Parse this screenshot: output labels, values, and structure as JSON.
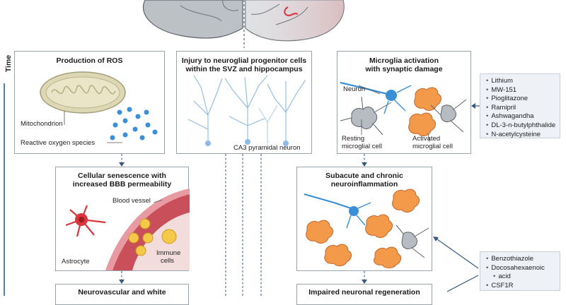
{
  "time_label": "Time",
  "panels": {
    "ros": {
      "title": "Production of ROS",
      "labels": [
        "Mitochondrion",
        "Reactive oxygen species"
      ]
    },
    "progenitor": {
      "title_lines": [
        "Injury to neuroglial progenitor cells",
        "within the SVZ and hippocampus"
      ],
      "labels": [
        "CA3 pyramidal neuron"
      ]
    },
    "microglia": {
      "title_lines": [
        "Microglia activation",
        "with synaptic damage"
      ],
      "labels": [
        "Neuron",
        "Resting",
        "microglial cell",
        "Activated",
        "microglial cell"
      ]
    },
    "senescence": {
      "title_lines": [
        "Cellular senescence with",
        "increased BBB permeability"
      ],
      "labels": [
        "Blood vessel",
        "Astrocyte",
        "Immune",
        "cells"
      ]
    },
    "neuroinflammation": {
      "title_lines": [
        "Subacute and chronic",
        "neuroinflammation"
      ]
    },
    "neurovascular": {
      "title": "Neurovascular and white"
    },
    "regeneration": {
      "title": "Impaired neuronal regeneration"
    }
  },
  "treatments_top": [
    "Lithium",
    "MW-151",
    "Pioglitazone",
    "Ramipril",
    "Ashwagandha",
    "DL-3-n-butylphthalide",
    "N-acetylcysteine"
  ],
  "treatments_bottom": [
    "Benzothiazole",
    "Docosahexaenoic",
    "acid",
    "CSF1R"
  ],
  "colors": {
    "accent_blue": "#3a8fd6",
    "panel_border": "#9aa3ad",
    "side_box": "#eef1f6",
    "activated_microglia": "#f39a4a",
    "astrocyte": "#d9363e",
    "vessel": "#c9505a"
  }
}
